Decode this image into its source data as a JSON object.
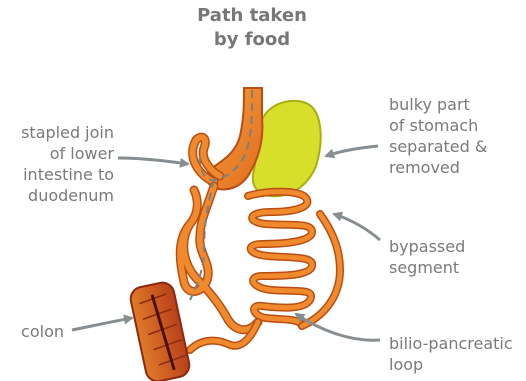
{
  "title": {
    "line1": "Path taken",
    "line2": "by food"
  },
  "labels": {
    "stapled_join": {
      "lines": [
        "stapled join",
        "of lower",
        "intestine to",
        "duodenum"
      ]
    },
    "bulky_part": {
      "lines": [
        "bulky part",
        "of stomach",
        "separated &",
        "removed"
      ]
    },
    "bypassed": {
      "lines": [
        "bypassed",
        "segment"
      ]
    },
    "colon": {
      "lines": [
        "colon"
      ]
    },
    "bilio": {
      "lines": [
        "bilio-pancreatic",
        "loop"
      ]
    }
  },
  "colors": {
    "text": "#7a7a7a",
    "arrow": "#868e92",
    "intestine_fill": "#f08a2c",
    "intestine_outline": "#b84e14",
    "food_path": "#7f7f7f",
    "removed_stomach": "#d8df2a",
    "colon": "#c8641e"
  }
}
